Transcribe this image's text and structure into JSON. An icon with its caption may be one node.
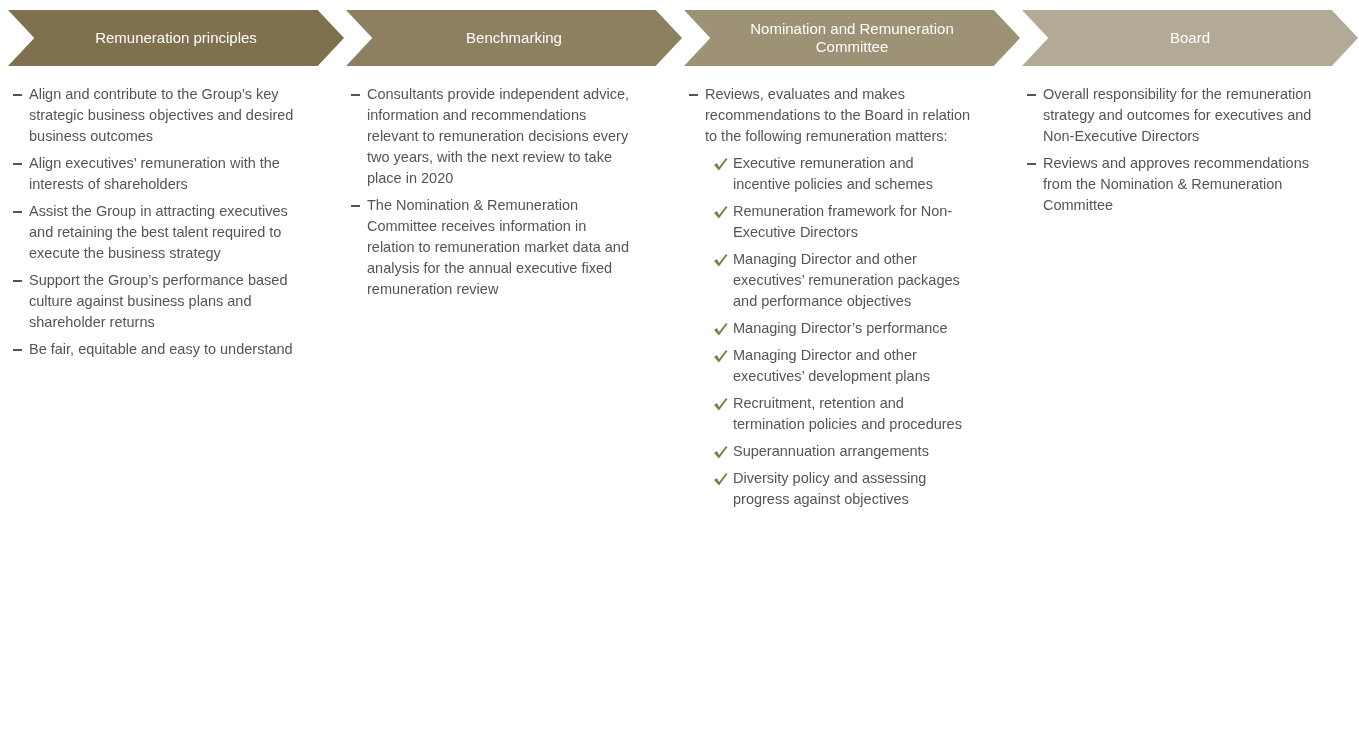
{
  "diagram": {
    "nodes": [
      {
        "text": [
          "Remuneration principles"
        ],
        "beside": [
          "Align and contribute to the Group’s key strategic business objectives and desired business outcomes",
          "Align executives’ remuneration with the interests of shareholders",
          "Assist the Group in attracting executives and retaining the best talent required to execute the business strategy",
          "Support the Group’s performance based culture against business plans and shareholder returns",
          "Be fair, equitable and easy to understand"
        ]
      },
      {
        "text": [
          "Benchmarking"
        ],
        "beside": [
          "Consultants provide independent advice, information and recommendations relevant to remuneration decisions every two years, with the next review to take place in 2020",
          "The Nomination & Remuneration Committee receives information in relation to remuneration market data and analysis for the annual executive fixed remuneration review"
        ]
      },
      {
        "text": [
          "Nomination and Remuneration Committee"
        ],
        "beside": [
          "Reviews, evaluates and makes recommendations to the Board in relation to the following remuneration matters:",
          "Executive remuneration and incentive policies and schemes",
          "Remuneration framework for Non-Executive Directors",
          "Managing Director and other executives’ remuneration packages and performance objectives",
          "Managing Director’s performance",
          "Managing Director and other executives’ development plans",
          "Recruitment, retention and termination policies and procedures",
          "Superannuation arrangements",
          "Diversity policy and assessing progress against objectives"
        ]
      },
      {
        "text": [
          "Board"
        ],
        "beside": [
          "Overall responsibility for the remuneration strategy and outcomes for executives and Non-Executive Directors",
          "Reviews and approves recommendations from the Nomination & Remuneration Committee"
        ]
      }
    ]
  }
}
